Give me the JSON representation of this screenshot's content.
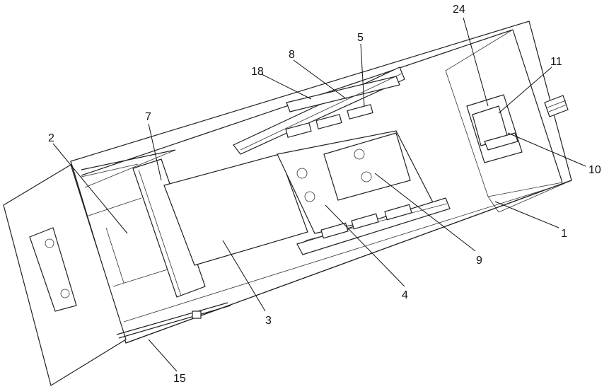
{
  "labels": {
    "l1": "1",
    "l2": "2",
    "l3": "3",
    "l4": "4",
    "l5": "5",
    "l7": "7",
    "l8": "8",
    "l9": "9",
    "l10": "10",
    "l11": "11",
    "l15": "15",
    "l18": "18",
    "l24": "24"
  }
}
